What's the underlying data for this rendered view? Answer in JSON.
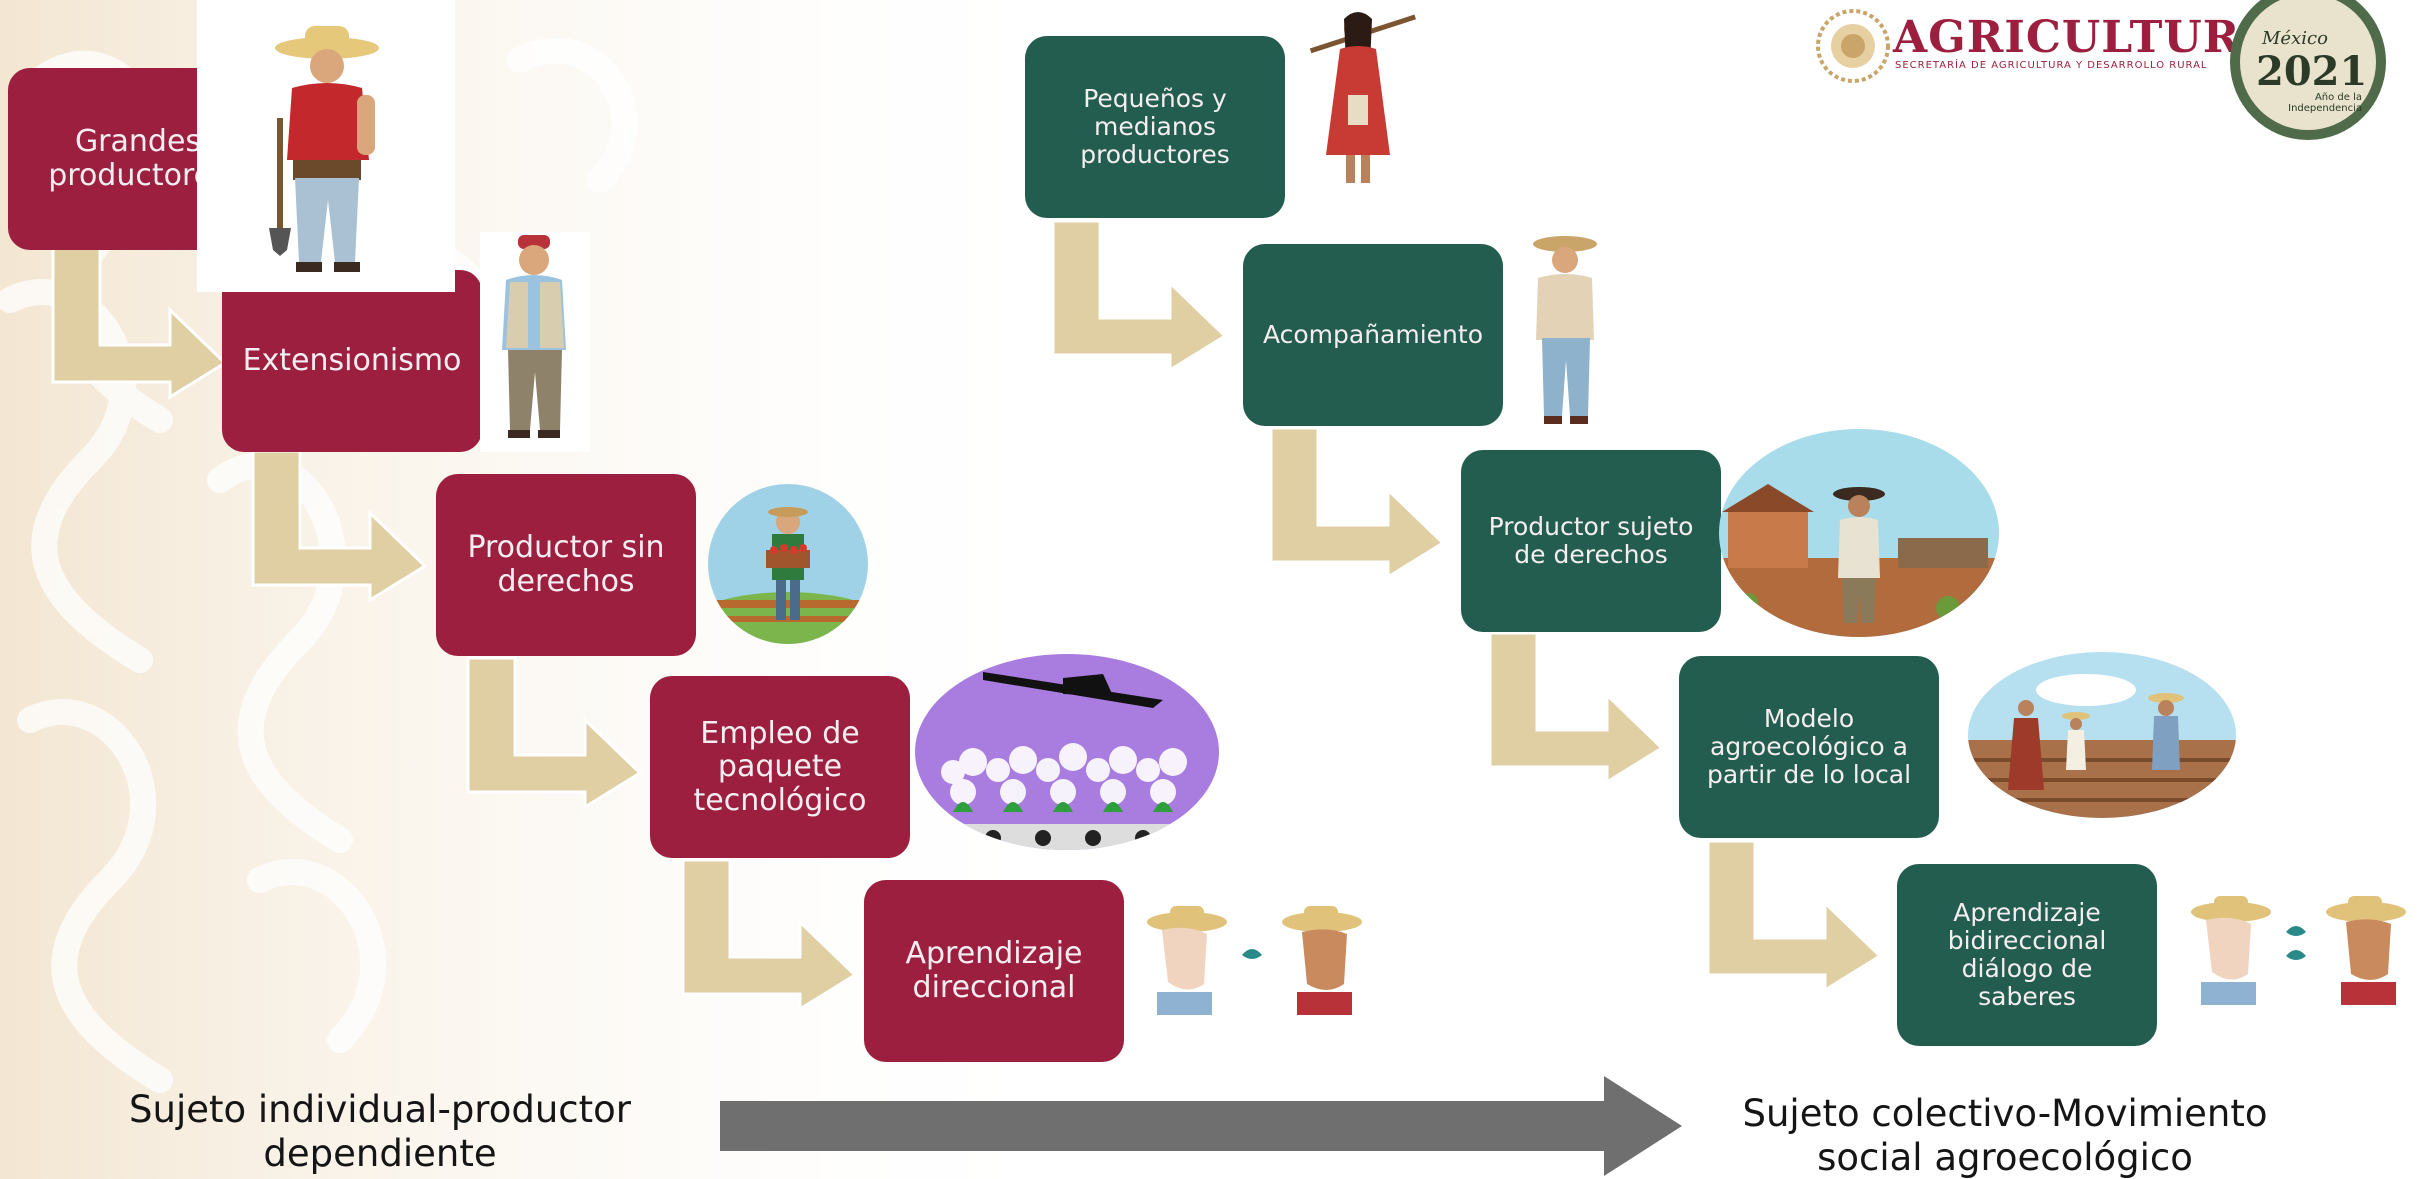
{
  "brand": {
    "name": "AGRICULTURA",
    "subtitle": "SECRETARÍA DE AGRICULTURA Y DESARROLLO RURAL",
    "badge_top": "México",
    "badge_year": "2021",
    "badge_bottom": "Año de la Independencia"
  },
  "left_flow": [
    {
      "label": "Grandes productores"
    },
    {
      "label": "Extensionismo"
    },
    {
      "label": "Productor sin derechos"
    },
    {
      "label": "Empleo de paquete tecnológico"
    },
    {
      "label": "Aprendizaje direccional"
    }
  ],
  "right_flow": [
    {
      "label": "Pequeños y medianos productores"
    },
    {
      "label": "Acompañamiento"
    },
    {
      "label": "Productor sujeto de derechos"
    },
    {
      "label": "Modelo agroecológico a partir de lo local"
    },
    {
      "label": "Aprendizaje bidireccional diálogo de saberes"
    }
  ],
  "captions": {
    "left": "Sujeto individual-productor dependiente",
    "right": "Sujeto colectivo-Movimiento social agroecológico"
  },
  "colors": {
    "left_box": "#9d1f3f",
    "right_box": "#235d4f",
    "flow_arrow": "#e1cfa4",
    "main_arrow": "#6f6f6f"
  }
}
